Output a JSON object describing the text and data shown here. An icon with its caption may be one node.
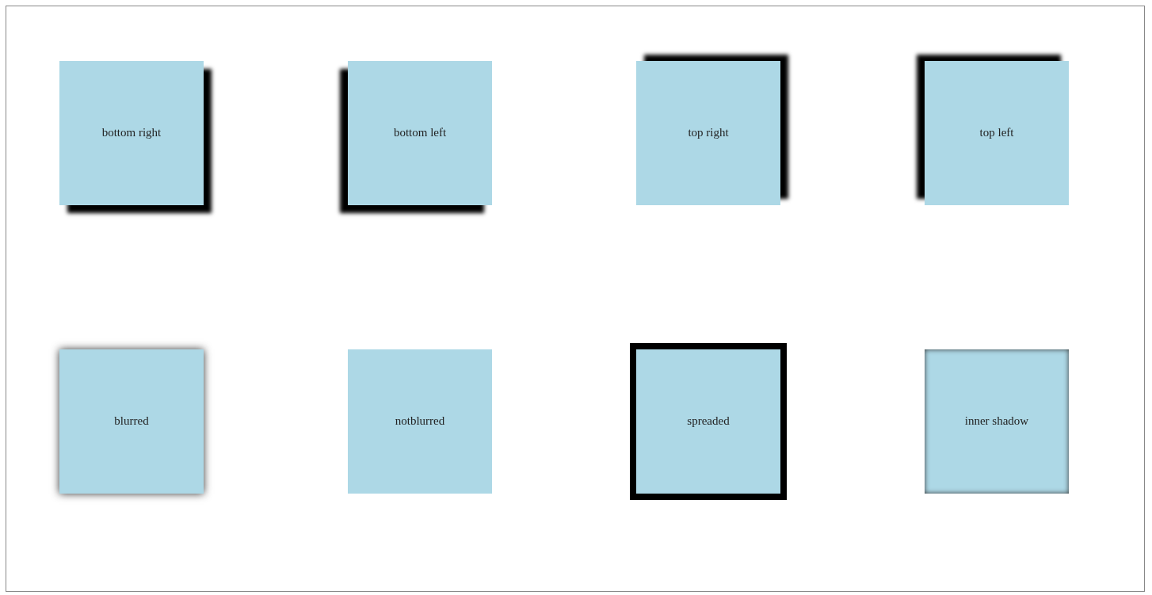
{
  "diagram": {
    "nodes": [
      {
        "text": [
          "bottom right"
        ]
      },
      {
        "text": [
          "bottom left"
        ]
      },
      {
        "text": [
          "top right"
        ]
      },
      {
        "text": [
          "top left"
        ]
      },
      {
        "text": [
          "blurred"
        ]
      },
      {
        "text": [
          "notblurred"
        ]
      },
      {
        "text": [
          "spreaded"
        ]
      },
      {
        "text": [
          "inner shadow"
        ]
      }
    ]
  }
}
